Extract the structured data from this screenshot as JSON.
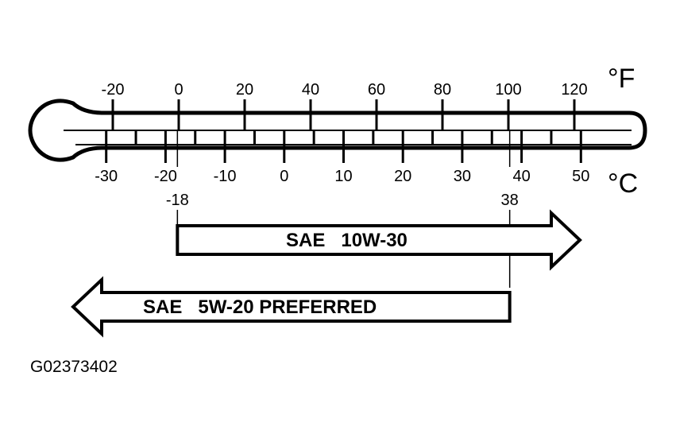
{
  "fahrenheit": {
    "unit_label": "°F",
    "ticks": [
      -20,
      0,
      20,
      40,
      60,
      80,
      100,
      120
    ],
    "tick_labels": [
      "-20",
      "0",
      "20",
      "40",
      "60",
      "80",
      "100",
      "120"
    ]
  },
  "celsius": {
    "unit_label": "°C",
    "ticks": [
      -30,
      -20,
      -10,
      0,
      10,
      20,
      30,
      40,
      50
    ],
    "tick_labels": [
      "-30",
      "-20",
      "-10",
      "0",
      "10",
      "20",
      "30",
      "40",
      "50"
    ]
  },
  "markers": [
    {
      "label": "-18",
      "celsius": -18
    },
    {
      "label": "38",
      "celsius": 38
    }
  ],
  "ranges": [
    {
      "label": "SAE   10W-30",
      "from_c": -18,
      "to_c": 50,
      "direction": "right"
    },
    {
      "label": "SAE   5W-20 PREFERRED",
      "from_c": -40,
      "to_c": 38,
      "direction": "left"
    }
  ],
  "figure_id": "G02373402"
}
